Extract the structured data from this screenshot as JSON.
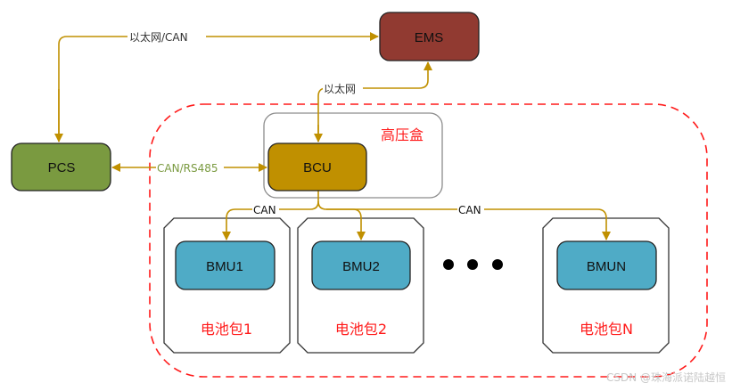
{
  "nodes": {
    "ems": {
      "label": "EMS",
      "color": "#913a31"
    },
    "pcs": {
      "label": "PCS",
      "color": "#7a9a40"
    },
    "bcu": {
      "label": "BCU",
      "color": "#c09000"
    },
    "bmu1": {
      "label": "BMU1",
      "color": "#4fabc6"
    },
    "bmu2": {
      "label": "BMU2",
      "color": "#4fabc6"
    },
    "bmun": {
      "label": "BMUN",
      "color": "#4fabc6"
    }
  },
  "groups": {
    "hv_box": {
      "label": "高压盒"
    },
    "pack1": {
      "label": "电池包1"
    },
    "pack2": {
      "label": "电池包2"
    },
    "packn": {
      "label": "电池包N"
    },
    "ellipsis": "● ● ●"
  },
  "edges": {
    "pcs_ems": {
      "label": "以太网/CAN"
    },
    "bcu_ems": {
      "label": "以太网"
    },
    "pcs_bcu": {
      "label": "CAN/RS485"
    },
    "bcu_bmu12": {
      "label": "CAN"
    },
    "bcu_bmun": {
      "label": "CAN"
    }
  },
  "colors": {
    "wire": "#c09000",
    "outer_border": "#ff1a1a",
    "hv_box_border": "#8c8c8c"
  },
  "watermark": "CSDN @珠海派诺陆越恒"
}
